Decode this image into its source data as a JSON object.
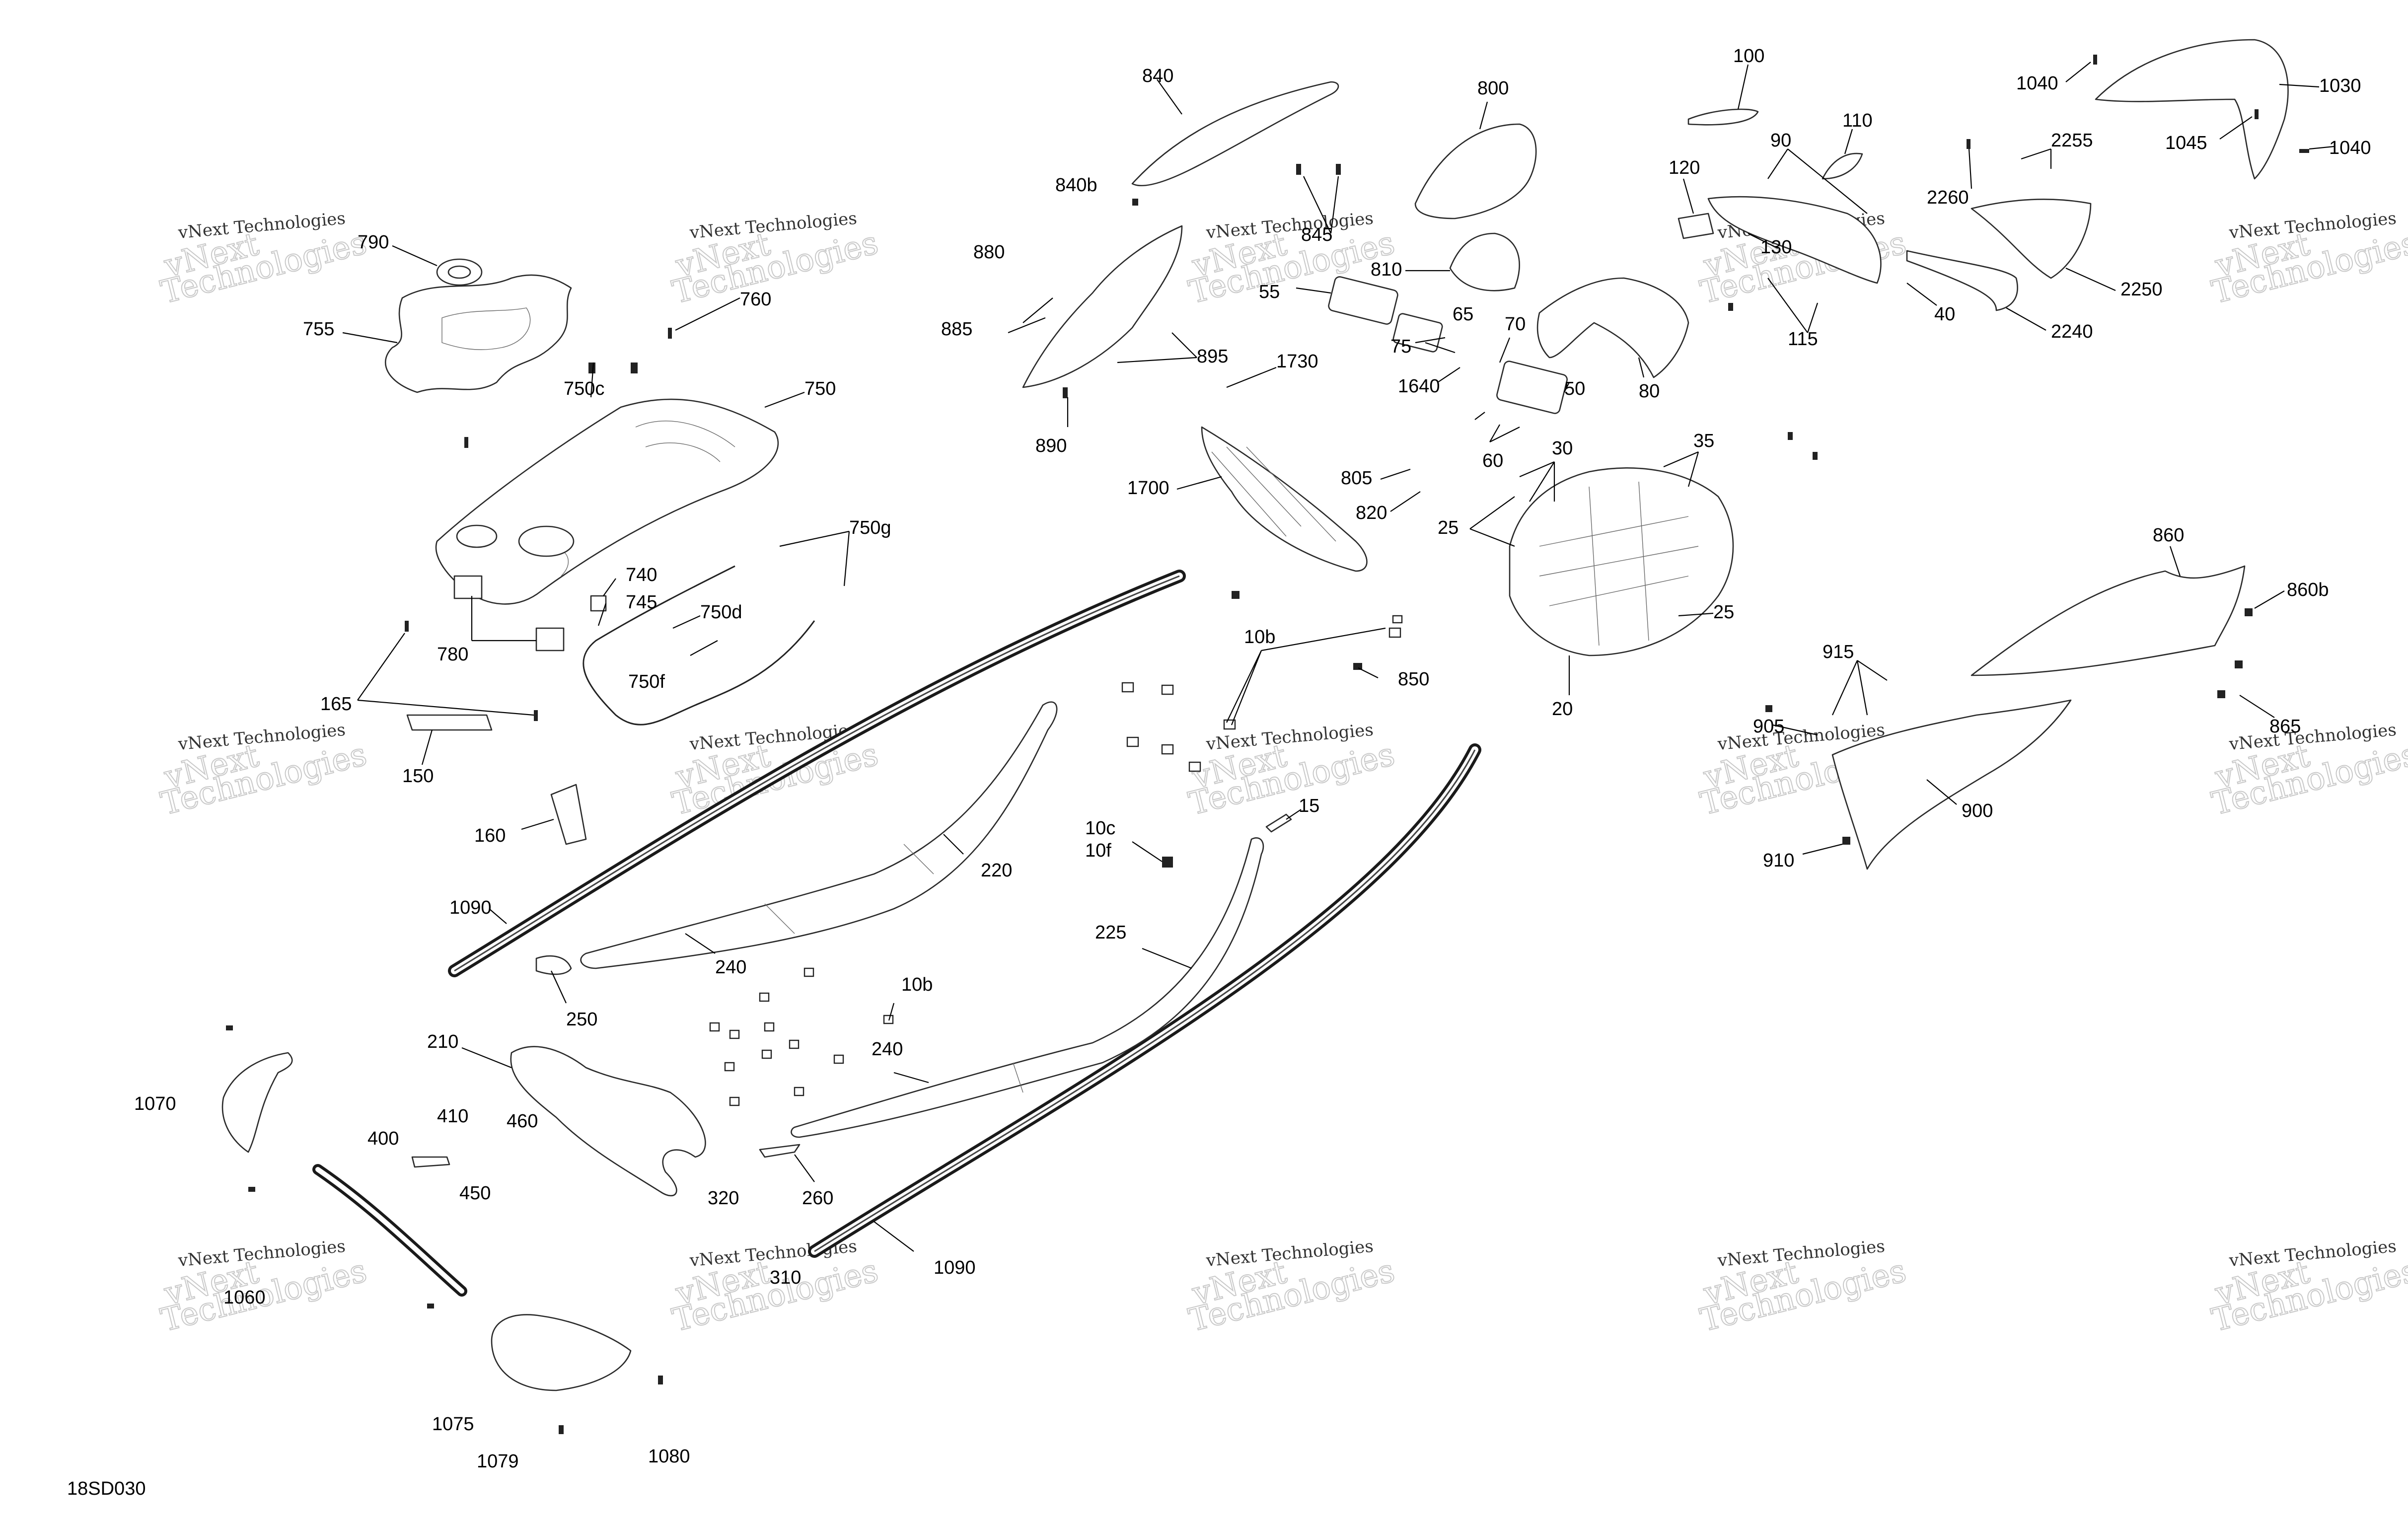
{
  "diagram_code": "18SD030",
  "watermark": {
    "line1": "vNext Technologies",
    "big1": "vNext",
    "big2": "Technologies"
  },
  "callouts": [
    {
      "id": "c790",
      "label": "790"
    },
    {
      "id": "c755",
      "label": "755"
    },
    {
      "id": "c760",
      "label": "760"
    },
    {
      "id": "c750c",
      "label": "750c"
    },
    {
      "id": "c750",
      "label": "750"
    },
    {
      "id": "c750g",
      "label": "750g"
    },
    {
      "id": "c740",
      "label": "740"
    },
    {
      "id": "c745",
      "label": "745"
    },
    {
      "id": "c750d",
      "label": "750d"
    },
    {
      "id": "c750f",
      "label": "750f"
    },
    {
      "id": "c780",
      "label": "780"
    },
    {
      "id": "c165",
      "label": "165"
    },
    {
      "id": "c150",
      "label": "150"
    },
    {
      "id": "c160",
      "label": "160"
    },
    {
      "id": "c1090a",
      "label": "1090"
    },
    {
      "id": "c240a",
      "label": "240"
    },
    {
      "id": "c250",
      "label": "250"
    },
    {
      "id": "c220",
      "label": "220"
    },
    {
      "id": "c210",
      "label": "210"
    },
    {
      "id": "c1070",
      "label": "1070"
    },
    {
      "id": "c400",
      "label": "400"
    },
    {
      "id": "c410",
      "label": "410"
    },
    {
      "id": "c460",
      "label": "460"
    },
    {
      "id": "c450",
      "label": "450"
    },
    {
      "id": "c1060",
      "label": "1060"
    },
    {
      "id": "c1075",
      "label": "1075"
    },
    {
      "id": "c1079",
      "label": "1079"
    },
    {
      "id": "c1080",
      "label": "1080"
    },
    {
      "id": "c320",
      "label": "320"
    },
    {
      "id": "c310",
      "label": "310"
    },
    {
      "id": "c260",
      "label": "260"
    },
    {
      "id": "c1090b",
      "label": "1090"
    },
    {
      "id": "c240b",
      "label": "240"
    },
    {
      "id": "c10b2",
      "label": "10b"
    },
    {
      "id": "c225",
      "label": "225"
    },
    {
      "id": "c10c",
      "label": "10c"
    },
    {
      "id": "c10f",
      "label": "10f"
    },
    {
      "id": "c15",
      "label": "15"
    },
    {
      "id": "c10b1",
      "label": "10b"
    },
    {
      "id": "c850",
      "label": "850"
    },
    {
      "id": "c840",
      "label": "840"
    },
    {
      "id": "c840b",
      "label": "840b"
    },
    {
      "id": "c845",
      "label": "845"
    },
    {
      "id": "c880",
      "label": "880"
    },
    {
      "id": "c885",
      "label": "885"
    },
    {
      "id": "c895",
      "label": "895"
    },
    {
      "id": "c890",
      "label": "890"
    },
    {
      "id": "c1730",
      "label": "1730"
    },
    {
      "id": "c1700",
      "label": "1700"
    },
    {
      "id": "c800",
      "label": "800"
    },
    {
      "id": "c810",
      "label": "810"
    },
    {
      "id": "c55",
      "label": "55"
    },
    {
      "id": "c65",
      "label": "65"
    },
    {
      "id": "c70",
      "label": "70"
    },
    {
      "id": "c75",
      "label": "75"
    },
    {
      "id": "c1640",
      "label": "1640"
    },
    {
      "id": "c60",
      "label": "60"
    },
    {
      "id": "c50",
      "label": "50"
    },
    {
      "id": "c80",
      "label": "80"
    },
    {
      "id": "c805",
      "label": "805"
    },
    {
      "id": "c820",
      "label": "820"
    },
    {
      "id": "c30",
      "label": "30"
    },
    {
      "id": "c35",
      "label": "35"
    },
    {
      "id": "c25a",
      "label": "25"
    },
    {
      "id": "c25b",
      "label": "25"
    },
    {
      "id": "c20",
      "label": "20"
    },
    {
      "id": "c100",
      "label": "100"
    },
    {
      "id": "c90",
      "label": "90"
    },
    {
      "id": "c110",
      "label": "110"
    },
    {
      "id": "c120",
      "label": "120"
    },
    {
      "id": "c130",
      "label": "130"
    },
    {
      "id": "c115",
      "label": "115"
    },
    {
      "id": "c40",
      "label": "40"
    },
    {
      "id": "c1040a",
      "label": "1040"
    },
    {
      "id": "c1030",
      "label": "1030"
    },
    {
      "id": "c1045",
      "label": "1045"
    },
    {
      "id": "c1040b",
      "label": "1040"
    },
    {
      "id": "c2255",
      "label": "2255"
    },
    {
      "id": "c2260",
      "label": "2260"
    },
    {
      "id": "c2250",
      "label": "2250"
    },
    {
      "id": "c2240",
      "label": "2240"
    },
    {
      "id": "c860",
      "label": "860"
    },
    {
      "id": "c860b",
      "label": "860b"
    },
    {
      "id": "c915",
      "label": "915"
    },
    {
      "id": "c905",
      "label": "905"
    },
    {
      "id": "c865",
      "label": "865"
    },
    {
      "id": "c900",
      "label": "900"
    },
    {
      "id": "c910",
      "label": "910"
    }
  ]
}
